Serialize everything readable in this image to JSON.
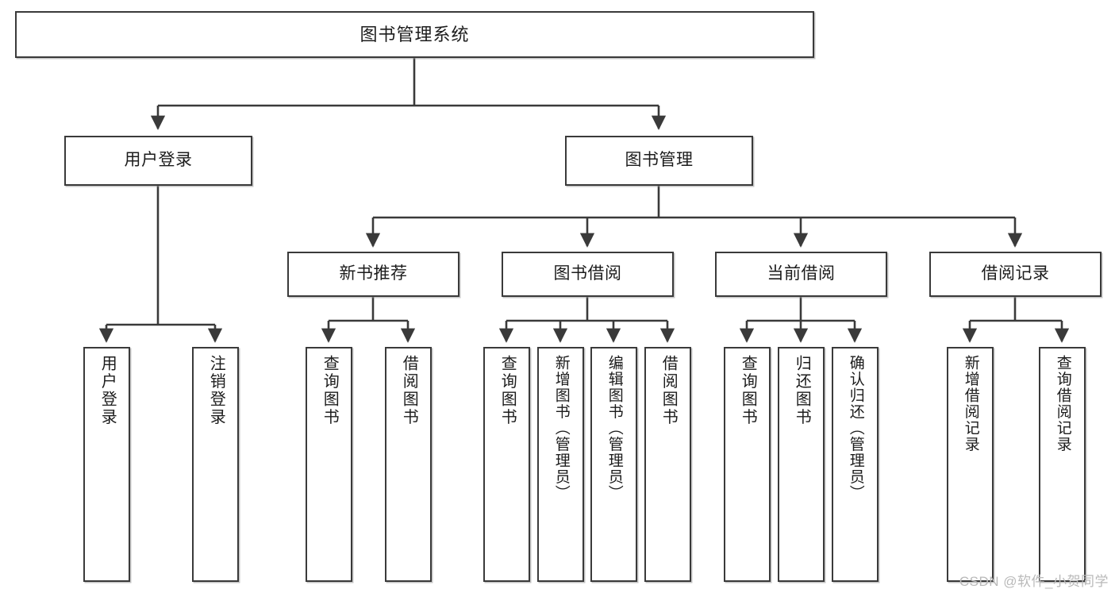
{
  "diagram": {
    "title_label": "图书管理系统",
    "watermark": "CSDN @软件_小贺同学",
    "line_color": "#3a3a3a",
    "box_fill": "#ffffff",
    "text_color": "#1c1c1c",
    "level2": [
      {
        "label": "用户登录"
      },
      {
        "label": "图书管理"
      }
    ],
    "level3": [
      {
        "label": "新书推荐"
      },
      {
        "label": "图书借阅"
      },
      {
        "label": "当前借阅"
      },
      {
        "label": "借阅记录"
      }
    ],
    "leaves": {
      "user_login": [
        {
          "label": "用户登录"
        },
        {
          "label": "注销登录"
        }
      ],
      "new_book_recommend": [
        {
          "label": "查询图书"
        },
        {
          "label": "借阅图书"
        }
      ],
      "book_borrow": [
        {
          "label": "查询图书"
        },
        {
          "label": "新增图书（管理员）"
        },
        {
          "label": "编辑图书（管理员）"
        },
        {
          "label": "借阅图书"
        }
      ],
      "current_borrow": [
        {
          "label": "查询图书"
        },
        {
          "label": "归还图书"
        },
        {
          "label": "确认归还（管理员）"
        }
      ],
      "borrow_record": [
        {
          "label": "新增借阅记录"
        },
        {
          "label": "查询借阅记录"
        }
      ]
    }
  }
}
